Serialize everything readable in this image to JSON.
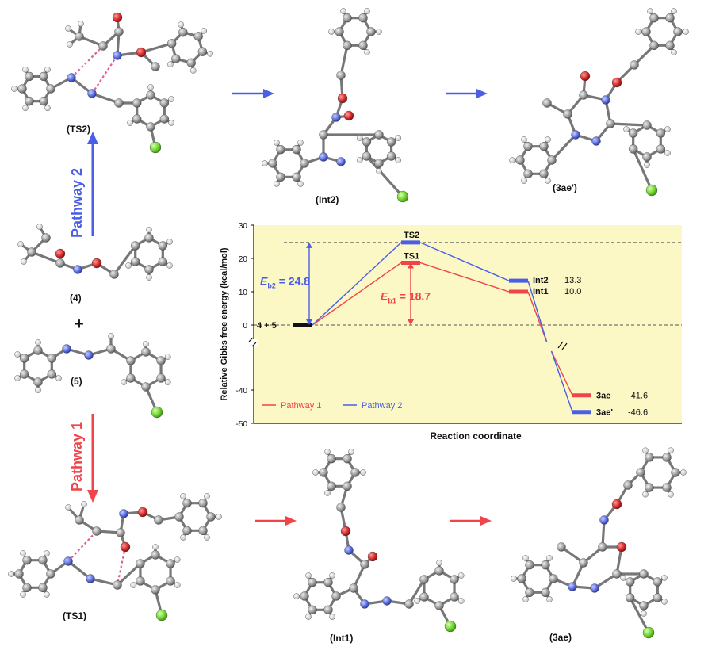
{
  "labels": {
    "ts2": "(TS2)",
    "int2": "(Int2)",
    "p3ae_prime": "(3ae')",
    "r4": "(4)",
    "plus": "+",
    "r5": "(5)",
    "ts1": "(TS1)",
    "int1": "(Int1)",
    "p3ae": "(3ae)",
    "pathway2": "Pathway 2",
    "pathway1": "Pathway 1"
  },
  "colors": {
    "pathway1": "#f0434a",
    "pathway2": "#4a5fe6",
    "chart_bg": "#fbf8c6",
    "carbon": "#9a9a9a",
    "hydrogen": "#e8e8e8",
    "oxygen": "#d42a2a",
    "nitrogen": "#5a6ee0",
    "chlorine": "#7fdc3a",
    "bond_forming": "#e0609a"
  },
  "chart_data": {
    "type": "line",
    "ylabel": "Relative Gibbs free  energy (kcal/mol)",
    "xlabel": "Reaction coordinate",
    "ylim": [
      -50,
      30
    ],
    "yticks": [
      30,
      20,
      10,
      0,
      -40,
      -50
    ],
    "axis_break": true,
    "categories": [
      "4 + 5",
      "TS",
      "Int",
      "3ae"
    ],
    "series": [
      {
        "name": "Pathway 1",
        "color": "#f0434a",
        "values": [
          0,
          18.7,
          10.0,
          -41.6
        ],
        "labels": [
          "4 + 5",
          "TS1",
          "Int1",
          "3ae"
        ]
      },
      {
        "name": "Pathway 2",
        "color": "#4a5fe6",
        "values": [
          0,
          24.8,
          13.3,
          -46.6
        ],
        "labels": [
          "4 + 5",
          "TS2",
          "Int2",
          "3ae'"
        ]
      }
    ],
    "value_labels": {
      "int2": "13.3",
      "int1": "10.0",
      "p3ae": "-41.6",
      "p3ae_prime": "-46.6"
    },
    "barriers": {
      "eb2": {
        "symbol": "E",
        "sub": "b2",
        "text": " = 24.8",
        "value": 24.8
      },
      "eb1": {
        "symbol": "E",
        "sub": "b1",
        "text": " = 18.7",
        "value": 18.7
      }
    },
    "legend": [
      "Pathway 1",
      "Pathway 2"
    ],
    "legend_position": "bottom-left",
    "grid": false
  }
}
